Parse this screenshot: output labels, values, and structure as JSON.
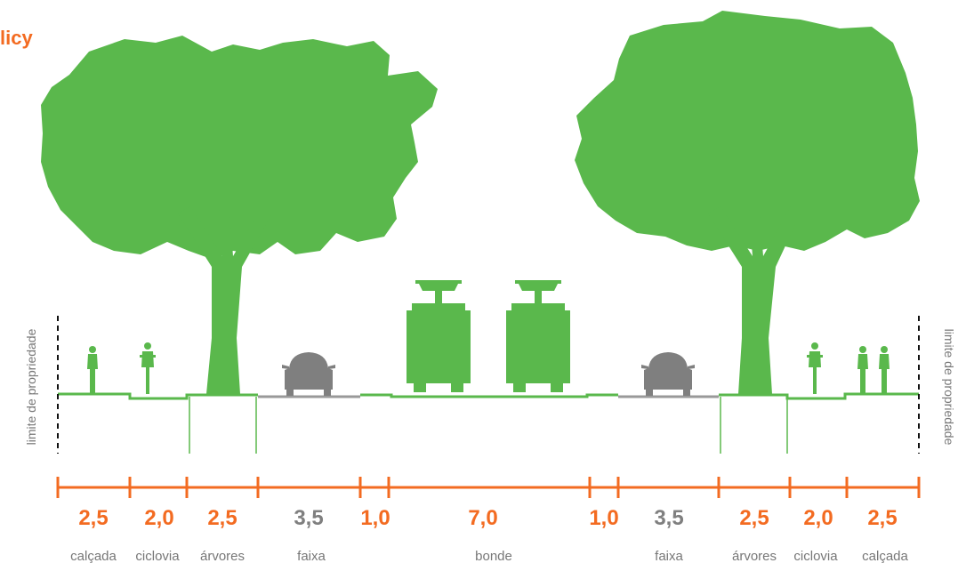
{
  "title": "licy",
  "colors": {
    "accent": "#f36b21",
    "green": "#5ab84c",
    "gray": "#7f7f7f",
    "road": "#999999",
    "label": "#777777"
  },
  "property_limit_label": "limite de propriedade",
  "segments": [
    {
      "value": "2,5",
      "name": "calçada",
      "kind": "green"
    },
    {
      "value": "2,0",
      "name": "ciclovia",
      "kind": "green"
    },
    {
      "value": "2,5",
      "name": "árvores",
      "kind": "green"
    },
    {
      "value": "3,5",
      "name": "faixa",
      "kind": "road"
    },
    {
      "value": "1,0",
      "name": "",
      "kind": "green"
    },
    {
      "value": "7,0",
      "name": "bonde",
      "kind": "green"
    },
    {
      "value": "1,0",
      "name": "",
      "kind": "green"
    },
    {
      "value": "3,5",
      "name": "faixa",
      "kind": "road"
    },
    {
      "value": "2,5",
      "name": "árvores",
      "kind": "green"
    },
    {
      "value": "2,0",
      "name": "ciclovia",
      "kind": "green"
    },
    {
      "value": "2,5",
      "name": "calçada",
      "kind": "green"
    }
  ],
  "icons": {
    "left_tree": "tree-icon",
    "right_tree": "tree-icon",
    "pedestrian": "pedestrian-icon",
    "cyclist": "cyclist-icon",
    "car": "car-icon",
    "tram": "tram-icon"
  }
}
